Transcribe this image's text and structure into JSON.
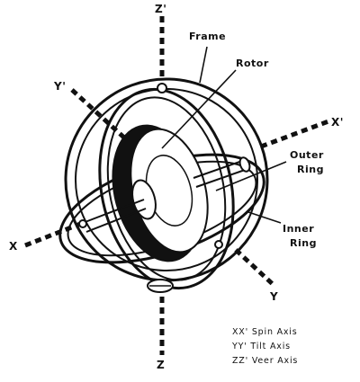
{
  "diagram": {
    "axes": {
      "z_top": "Z'",
      "z_bottom": "Z",
      "y_top": "Y'",
      "y_bottom": "Y",
      "x_right": "X'",
      "x_left": "X"
    },
    "parts": {
      "frame": "Frame",
      "rotor": "Rotor",
      "outer_ring_line1": "Outer",
      "outer_ring_line2": "Ring",
      "inner_ring_line1": "Inner",
      "inner_ring_line2": "Ring"
    },
    "legend": [
      "XX' Spin Axis",
      "YY' Tilt Axis",
      "ZZ' Veer Axis"
    ]
  }
}
